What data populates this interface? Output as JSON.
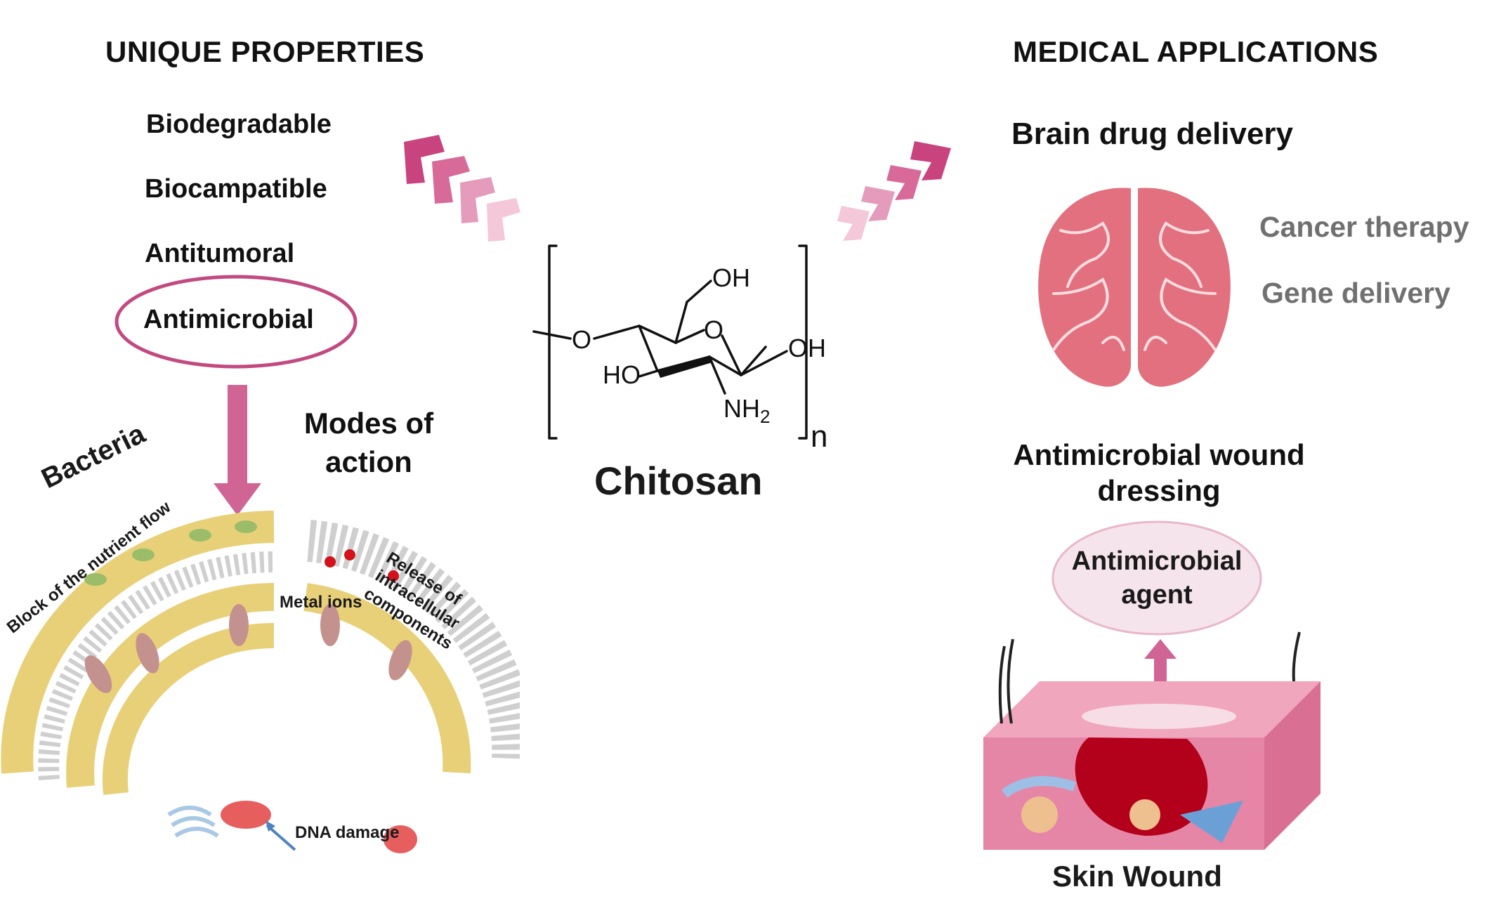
{
  "left": {
    "heading": "UNIQUE PROPERTIES",
    "properties": [
      "Biodegradable",
      "Biocampatible",
      "Antitumoral",
      "Antimicrobial"
    ],
    "modes_of_action": "Modes of\naction",
    "bacteria_label": "Bacteria",
    "block_label": "Block of the nutrient flow",
    "metal_ions_label": "Metal ions",
    "release_label": "Release of\nintracellular\ncomponents",
    "dna_label": "DNA damage"
  },
  "center": {
    "molecule_name": "Chitosan",
    "atoms": {
      "oh_top": "OH",
      "oh_right": "OH",
      "ho_left": "HO",
      "o_ring": "O",
      "o_link": "O",
      "nh2": "NH",
      "nh2_sub": "2",
      "repeat": "n"
    }
  },
  "right": {
    "heading": "MEDICAL APPLICATIONS",
    "brain_title": "Brain drug delivery",
    "cancer": "Cancer therapy",
    "gene": "Gene delivery",
    "wound_title": "Antimicrobial wound\ndressing",
    "agent": "Antimicrobial\nagent",
    "skin": "Skin Wound"
  },
  "colors": {
    "pink_dark": "#c2467f",
    "pink_mid": "#e07aa5",
    "pink_light": "#f3c3d6",
    "brain": "#e2707e",
    "skin_box": "#e586a6",
    "wound": "#b3001b"
  }
}
